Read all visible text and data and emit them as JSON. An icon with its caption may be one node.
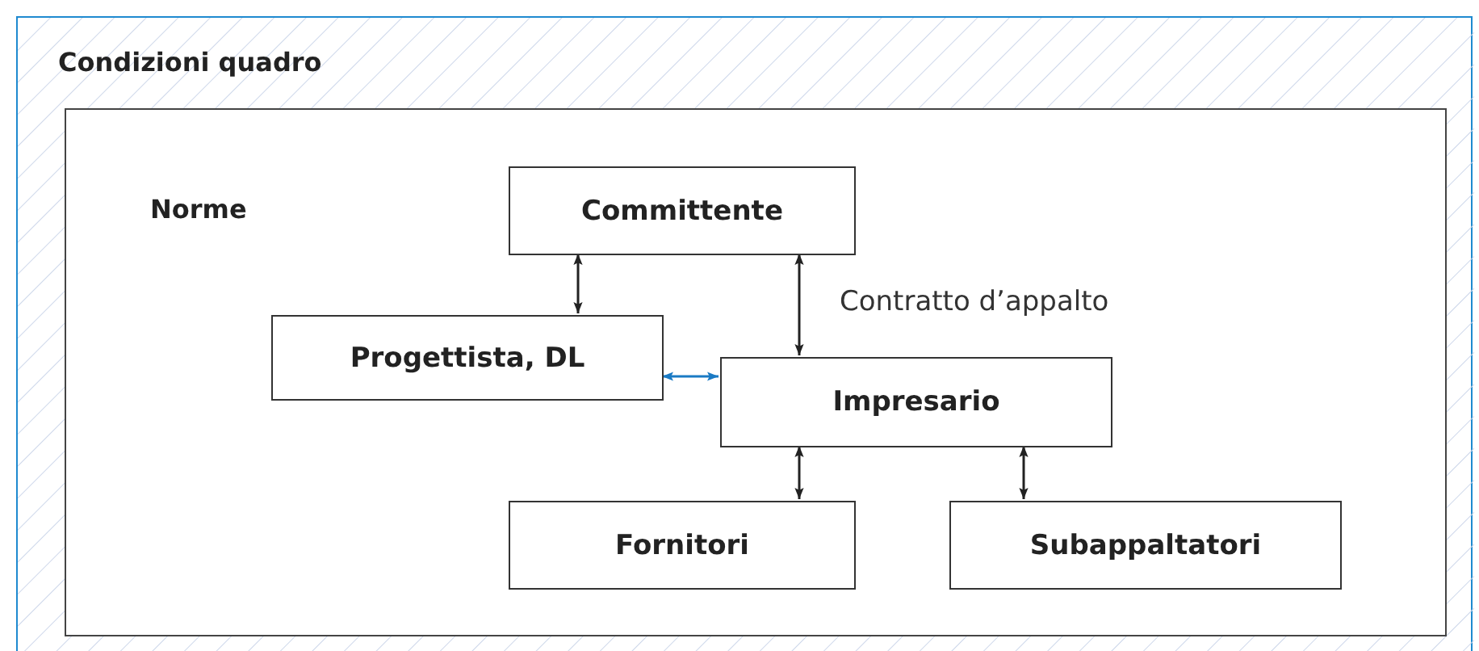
{
  "diagram": {
    "nodes": [
      {
        "text": [
          "Condizioni quadro"
        ]
      },
      {
        "text": [
          "Norme"
        ],
        "in": 0
      },
      {
        "text": [
          "Committente"
        ],
        "in": 1
      },
      {
        "text": [
          "Progettista, DL"
        ],
        "in": 1
      },
      {
        "text": [
          "Impresario"
        ],
        "in": 1
      },
      {
        "text": [
          "Fornitori"
        ],
        "in": 1
      },
      {
        "text": [
          "Subappaltatori"
        ],
        "in": 1
      }
    ],
    "edges": [
      {
        "from": 2,
        "to": 3,
        "arrow": "both"
      },
      {
        "from": 2,
        "to": 4,
        "arrow": "both",
        "label": "Contratto d’appalto"
      },
      {
        "from": 3,
        "to": 4,
        "arrow": "both",
        "color": "#1a7ac4"
      },
      {
        "from": 4,
        "to": 5,
        "arrow": "both"
      },
      {
        "from": 4,
        "to": 6,
        "arrow": "both"
      }
    ]
  }
}
